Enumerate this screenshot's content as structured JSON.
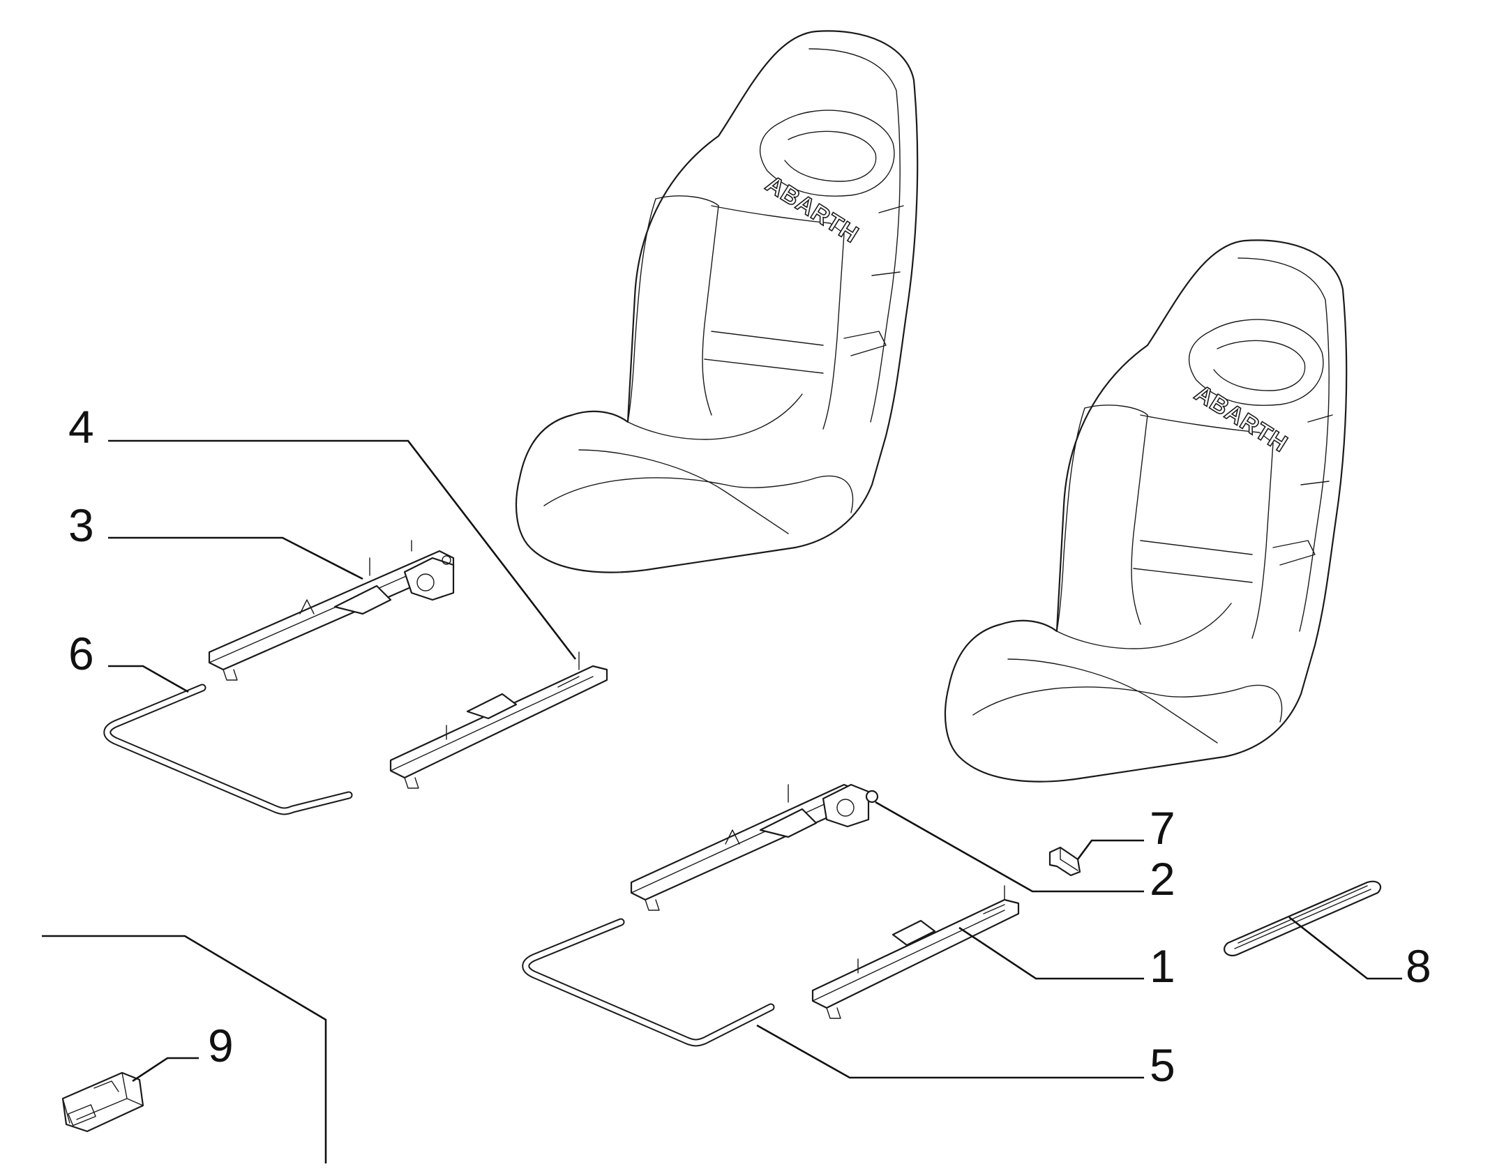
{
  "seats": [
    {
      "logo": "ABARTH"
    },
    {
      "logo": "ABARTH"
    }
  ],
  "callouts": [
    {
      "id": "1",
      "label": "1"
    },
    {
      "id": "2",
      "label": "2"
    },
    {
      "id": "3",
      "label": "3"
    },
    {
      "id": "4",
      "label": "4"
    },
    {
      "id": "5",
      "label": "5"
    },
    {
      "id": "6",
      "label": "6"
    },
    {
      "id": "7",
      "label": "7"
    },
    {
      "id": "8",
      "label": "8"
    },
    {
      "id": "9",
      "label": "9"
    }
  ]
}
